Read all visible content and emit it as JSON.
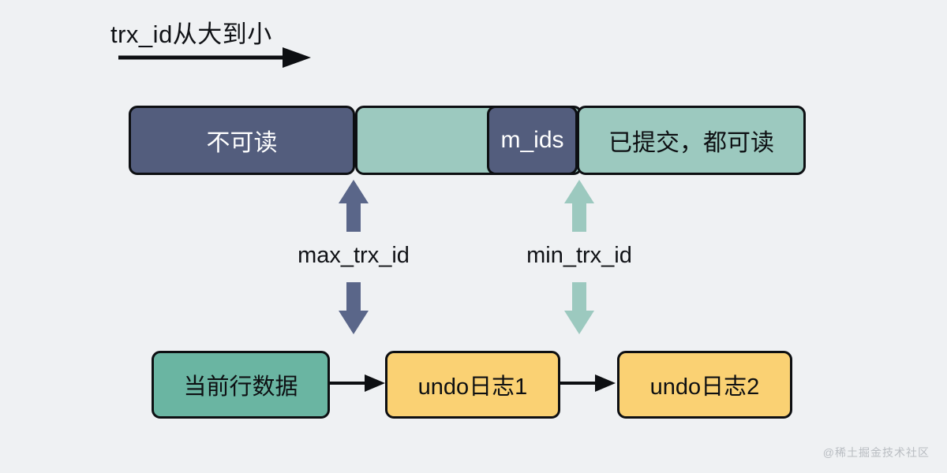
{
  "diagram": {
    "title": "trx_id从大到小",
    "direction_arrow_icon": "long-right-arrow-icon",
    "background_color": "#eff1f3"
  },
  "trx_bar": {
    "name": "read-view-range-bar",
    "segments": [
      {
        "id": "unreadable",
        "label": "不可读",
        "fill": "#535d7d",
        "text_color": "#ffffff"
      },
      {
        "id": "active",
        "label": "",
        "fill": "#9cc9bf",
        "text_color": "#0d0f12"
      },
      {
        "id": "m_ids",
        "label": "m_ids",
        "fill": "#535d7d",
        "text_color": "#ffffff"
      },
      {
        "id": "committed",
        "label": "已提交，都可读",
        "fill": "#9cc9bf",
        "text_color": "#0d0f12"
      }
    ]
  },
  "markers": [
    {
      "id": "max_trx_id",
      "label": "max_trx_id",
      "color": "#5a6689"
    },
    {
      "id": "min_trx_id",
      "label": "min_trx_id",
      "color": "#9cc9bf"
    }
  ],
  "version_chain": {
    "nodes": [
      {
        "id": "current_row",
        "label": "当前行数据",
        "fill": "#6ab5a2"
      },
      {
        "id": "undo_log_1",
        "label": "undo日志1",
        "fill": "#fad173"
      },
      {
        "id": "undo_log_2",
        "label": "undo日志2",
        "fill": "#fad173"
      }
    ],
    "link_icon": "right-arrow-icon"
  },
  "watermark": {
    "text": "@稀土掘金技术社区",
    "color": "#b9bdc2"
  }
}
